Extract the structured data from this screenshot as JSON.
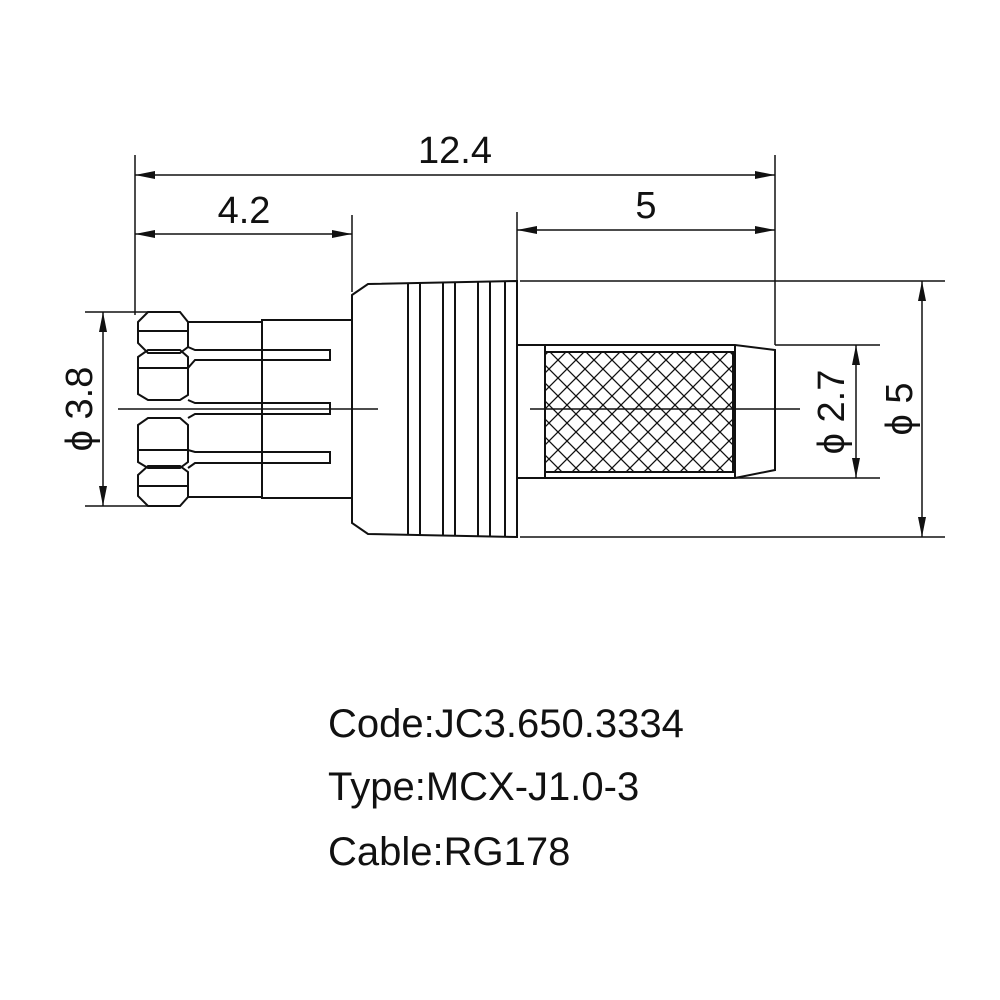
{
  "dimensions": {
    "overall_length": "12.4",
    "plug_length": "4.2",
    "crimp_length": "5",
    "plug_diameter": "ϕ 3.8",
    "crimp_diameter": "ϕ 2.7",
    "body_diameter": "ϕ 5"
  },
  "specs": {
    "code": "Code:JC3.650.3334",
    "type": "Type:MCX-J1.0-3",
    "cable": "Cable:RG178"
  }
}
